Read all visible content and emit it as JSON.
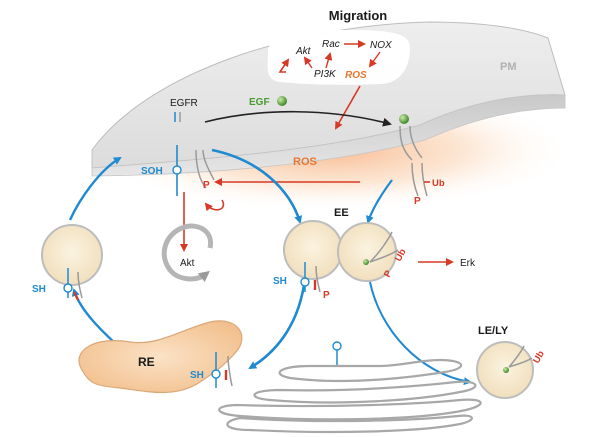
{
  "title": "Migration",
  "labels": {
    "pm": "PM",
    "egfr": "EGFR",
    "egf": "EGF",
    "ros_membrane": "ROS",
    "soh": "SOH",
    "sh_left": "SH",
    "sh_ee": "SH",
    "sh_re": "SH",
    "p_left": "P",
    "p_ee": "P",
    "p_pm": "P",
    "p_ee2": "P",
    "ub_pm": "Ub",
    "ub_ee": "Ub",
    "ub_ly": "Ub",
    "akt_lower": "Akt",
    "ee": "EE",
    "erk": "Erk",
    "re": "RE",
    "le_ly": "LE/LY"
  },
  "signaling_box": {
    "akt": "Akt",
    "rac": "Rac",
    "nox": "NOX",
    "pi3k": "PI3K",
    "ros": "ROS"
  },
  "colors": {
    "blue": "#1f8ad0",
    "red": "#d63a26",
    "orange": "#e8772e",
    "green": "#4a9a33",
    "gray": "#9a9a9a",
    "vesicle_fill": "#f7ecd2",
    "re_fill": "#f6cfa3"
  }
}
